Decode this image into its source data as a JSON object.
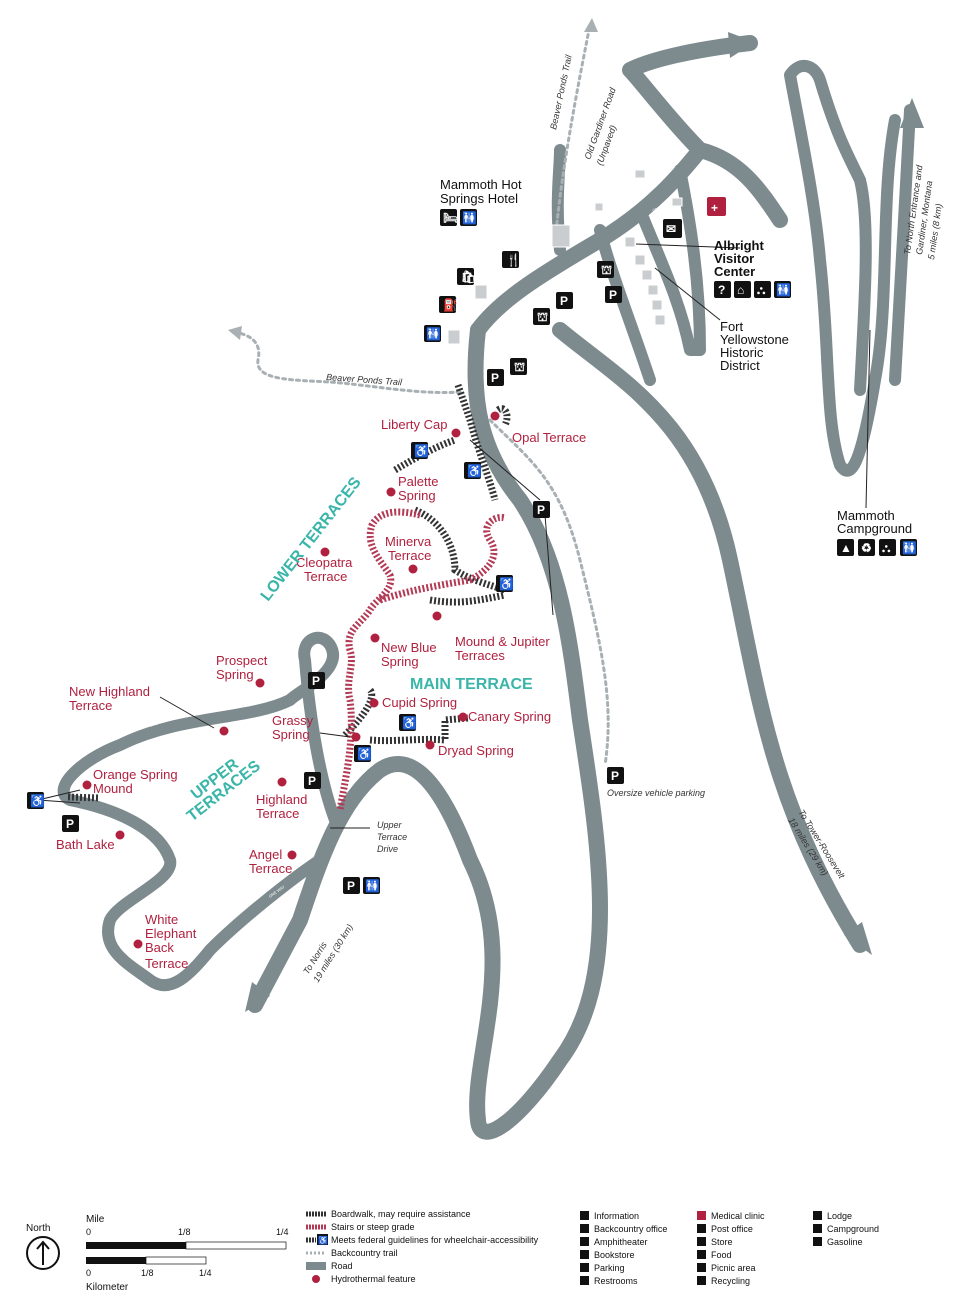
{
  "map": {
    "features": {
      "liberty_cap": "Liberty Cap",
      "opal_terrace": "Opal Terrace",
      "palette_spring": [
        "Palette",
        "Spring"
      ],
      "cleopatra_terrace": [
        "Cleopatra",
        "Terrace"
      ],
      "minerva_terrace": [
        "Minerva",
        "Terrace"
      ],
      "mound_jupiter": [
        "Mound & Jupiter",
        "Terraces"
      ],
      "new_blue_spring": [
        "New Blue",
        "Spring"
      ],
      "prospect_spring": [
        "Prospect",
        "Spring"
      ],
      "new_highland": [
        "New Highland",
        "Terrace"
      ],
      "grassy_spring": [
        "Grassy",
        "Spring"
      ],
      "cupid_spring": "Cupid Spring",
      "canary_spring": "Canary Spring",
      "dryad_spring": "Dryad Spring",
      "orange_spring": [
        "Orange Spring",
        "Mound"
      ],
      "highland_terrace": [
        "Highland",
        "Terrace"
      ],
      "bath_lake": "Bath Lake",
      "angel_terrace": [
        "Angel",
        "Terrace"
      ],
      "white_elephant": [
        "White",
        "Elephant",
        "Back",
        "Terrace"
      ]
    },
    "areas": {
      "lower_terraces": "LOWER TERRACES",
      "main_terrace": "MAIN TERRACE",
      "upper_terraces": [
        "UPPER",
        "TERRACES"
      ]
    },
    "places": {
      "hotel": [
        "Mammoth Hot",
        "Springs Hotel"
      ],
      "visitor_center": [
        "Albright",
        "Visitor",
        "Center"
      ],
      "fort": [
        "Fort",
        "Yellowstone",
        "Historic",
        "District"
      ],
      "campground": [
        "Mammoth",
        "Campground"
      ]
    },
    "notes": {
      "beaver_ponds_trail": "Beaver Ponds Trail",
      "old_gardiner": [
        "Old Gardiner Road",
        "(Unpaved)"
      ],
      "north_entrance": [
        "To North Entrance and",
        "Gardiner, Montana",
        "5 miles (8 km)"
      ],
      "tower": [
        "To Tower-Roosevelt",
        "18 miles (29 km)"
      ],
      "norris": [
        "To Norris",
        "19 miles (30 km)"
      ],
      "oversize": "Oversize vehicle parking",
      "upper_terrace_drive": [
        "Upper",
        "Terrace",
        "Drive"
      ],
      "one_way": "ONE WAY",
      "parking_glyph": "P"
    }
  },
  "legend": {
    "north": "North",
    "scale": {
      "mile_label": "Mile",
      "mile_ticks": [
        "0",
        "1/8",
        "1/4"
      ],
      "km_label": "Kilometer",
      "km_ticks": [
        "0",
        "1/8",
        "1/4"
      ]
    },
    "lines": [
      "Boardwalk, may require assistance",
      "Stairs or steep grade",
      "Meets federal guidelines for wheelchair-accessibility",
      "Backcountry trail",
      "Road",
      "Hydrothermal feature"
    ],
    "services_col1": [
      "Information",
      "Backcountry office",
      "Amphitheater",
      "Bookstore",
      "Parking",
      "Restrooms"
    ],
    "services_col2": [
      "Medical clinic",
      "Post office",
      "Store",
      "Food",
      "Picnic area",
      "Recycling"
    ],
    "services_col3": [
      "Lodge",
      "Campground",
      "Gasoline"
    ]
  }
}
